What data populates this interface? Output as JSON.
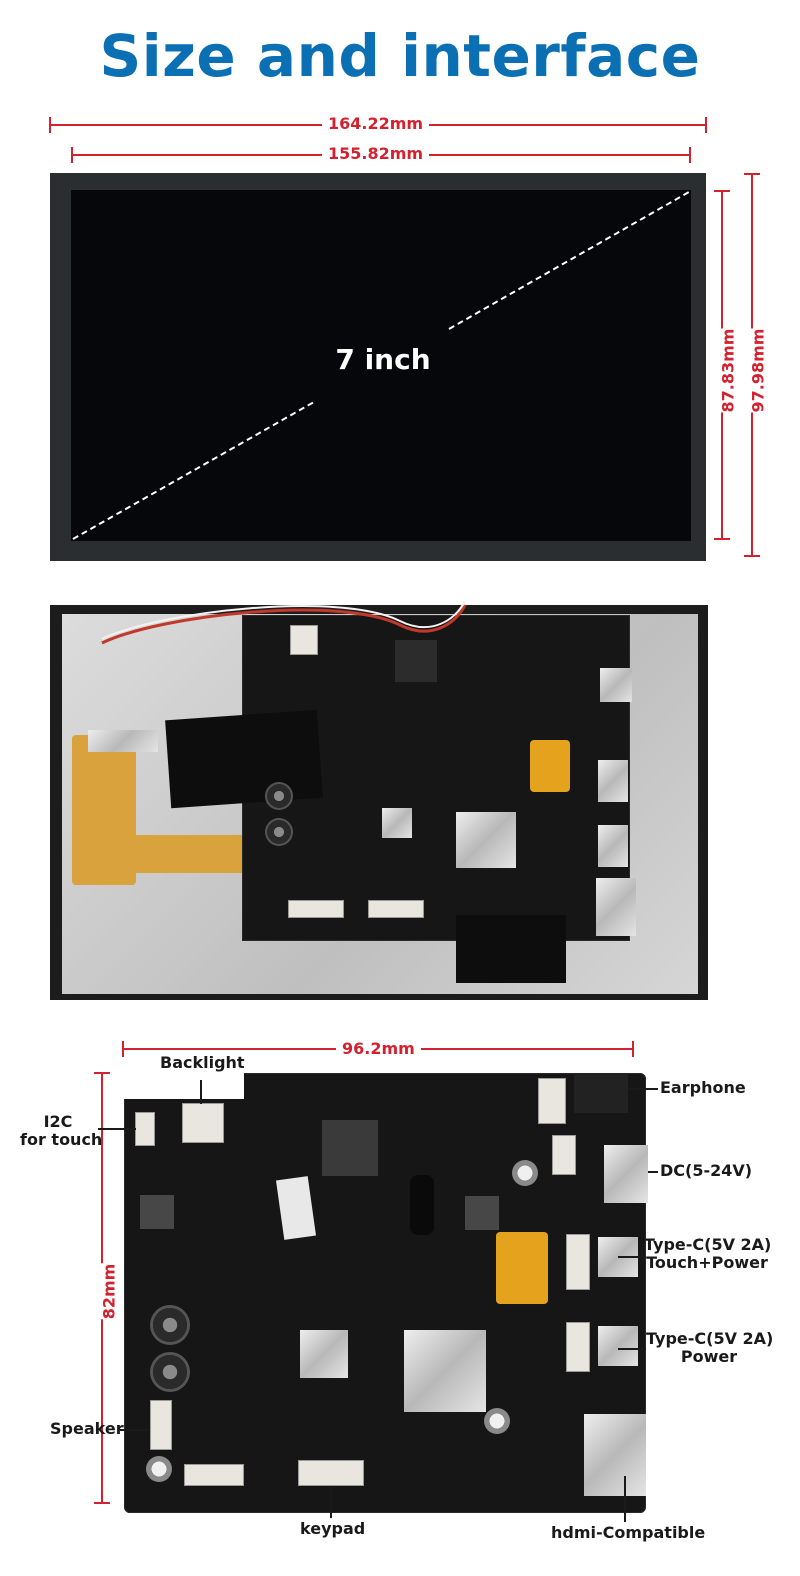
{
  "title": "Size and interface",
  "dimensions": {
    "outer_width": "164.22mm",
    "active_width": "155.82mm",
    "active_height": "87.83mm",
    "outer_height": "97.98mm",
    "board_width": "96.2mm",
    "board_height": "82mm"
  },
  "screen": {
    "size_label": "7 inch"
  },
  "callouts": {
    "backlight": "Backlight",
    "i2c_line1": "I2C",
    "i2c_line2": "for touch",
    "speaker": "Speaker",
    "keypad": "keypad",
    "earphone": "Earphone",
    "dc": "DC(5-24V)",
    "typec1_line1": "Type-C(5V 2A)",
    "typec1_line2": "Touch+Power",
    "typec2_line1": "Type-C(5V 2A)",
    "typec2_line2": "Power",
    "hdmi": "hdmi-Compatible"
  },
  "colors": {
    "title_blue": "#0b6fb3",
    "dimension_red": "#d3212f"
  }
}
